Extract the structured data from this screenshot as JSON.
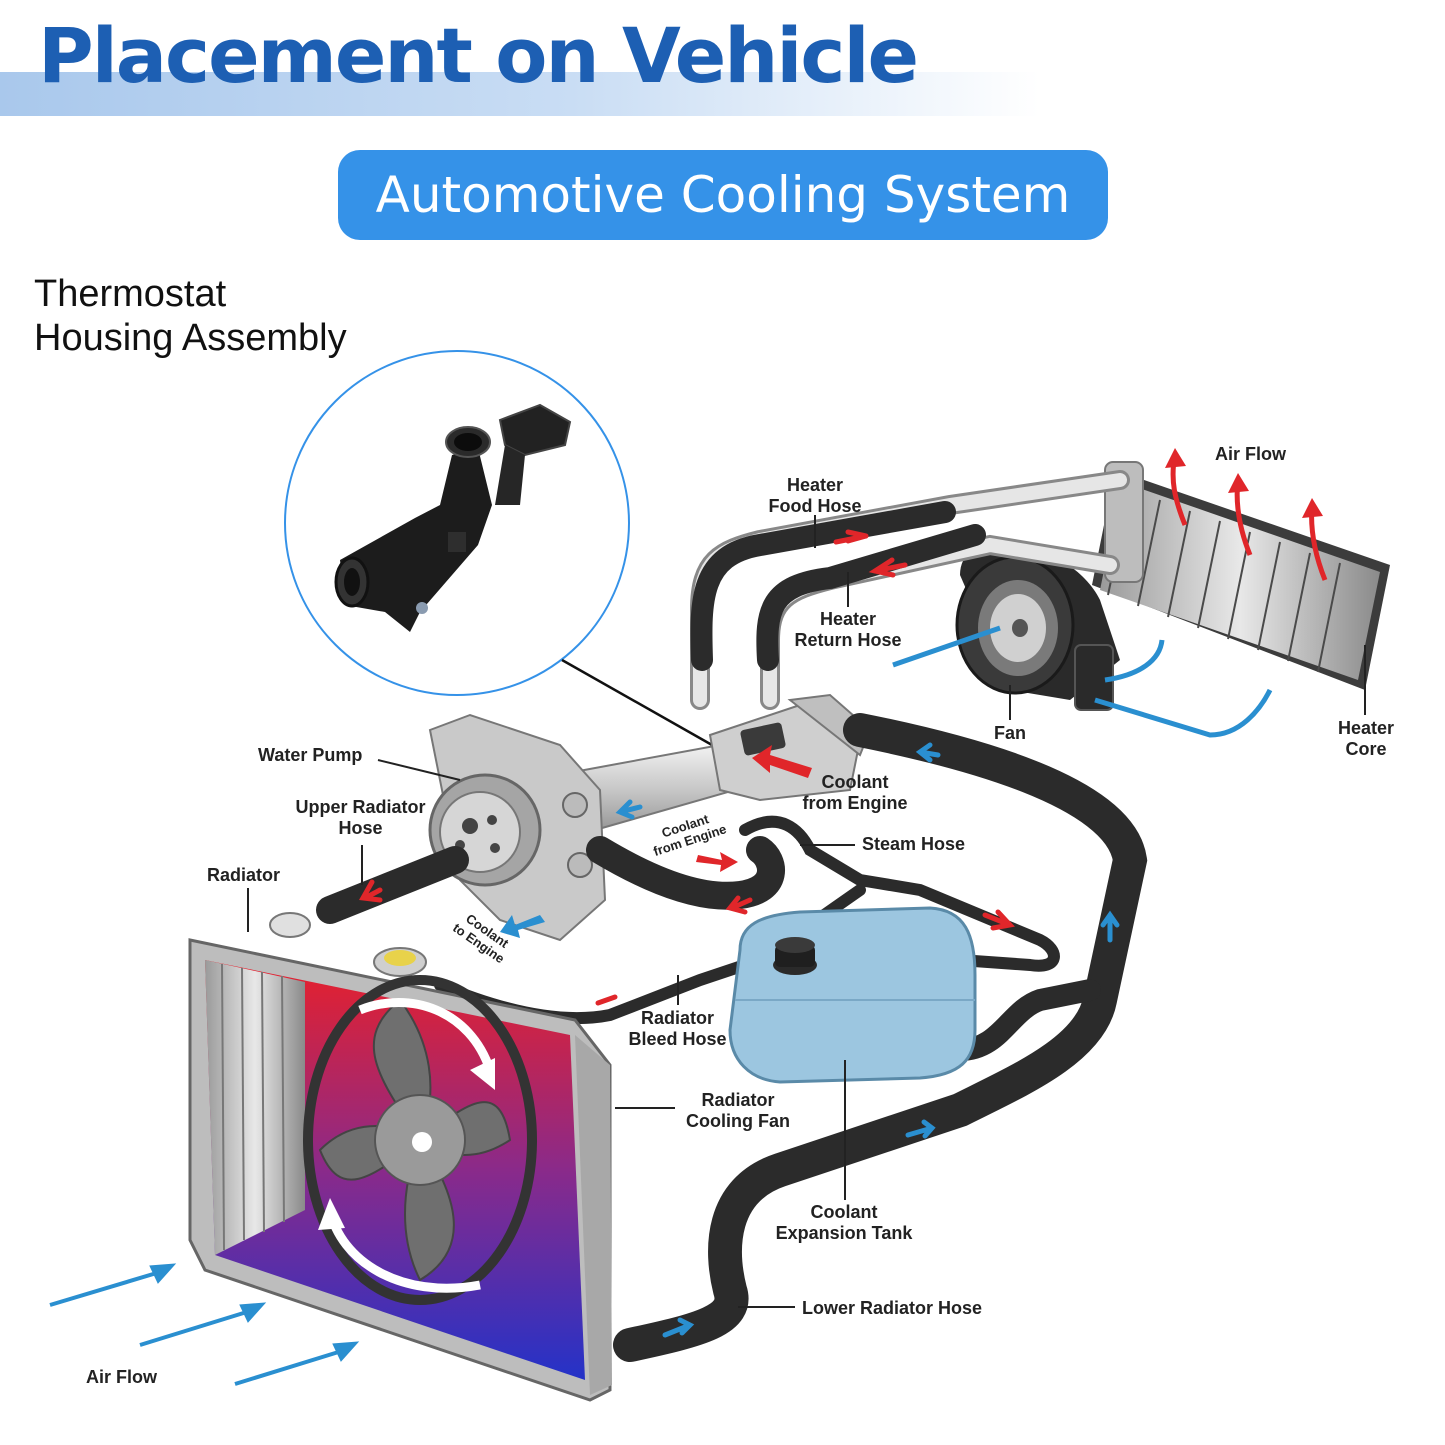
{
  "header": {
    "title": "Placement on Vehicle",
    "subtitle": "Automotive Cooling System"
  },
  "part": {
    "name_line1": "Thermostat",
    "name_line2": "Housing Assembly"
  },
  "diagram": {
    "labels": {
      "air_flow_top": "Air Flow",
      "heater_food_hose_1": "Heater",
      "heater_food_hose_2": "Food Hose",
      "heater_return_hose_1": "Heater",
      "heater_return_hose_2": "Return Hose",
      "fan": "Fan",
      "heater_core_1": "Heater",
      "heater_core_2": "Core",
      "water_pump": "Water Pump",
      "upper_radiator_hose_1": "Upper Radiator",
      "upper_radiator_hose_2": "Hose",
      "radiator": "Radiator",
      "coolant_from_engine_1": "Coolant",
      "coolant_from_engine_2": "from Engine",
      "coolant_from_engine_small_1": "Coolant",
      "coolant_from_engine_small_2": "from Engine",
      "coolant_to_engine_1": "Coolant",
      "coolant_to_engine_2": "to Engine",
      "steam_hose": "Steam Hose",
      "radiator_bleed_hose_1": "Radiator",
      "radiator_bleed_hose_2": "Bleed Hose",
      "radiator_cooling_fan_1": "Radiator",
      "radiator_cooling_fan_2": "Cooling Fan",
      "coolant_expansion_tank_1": "Coolant",
      "coolant_expansion_tank_2": "Expansion Tank",
      "lower_radiator_hose": "Lower Radiator Hose",
      "air_flow_bottom": "Air Flow"
    }
  },
  "colors": {
    "title": "#1d5fb3",
    "pill": "#3592e8",
    "hose": "#2b2b2b",
    "flow_hot": "#e0262a",
    "flow_cold": "#2a8fd0",
    "tank": "#9cc6e0"
  }
}
